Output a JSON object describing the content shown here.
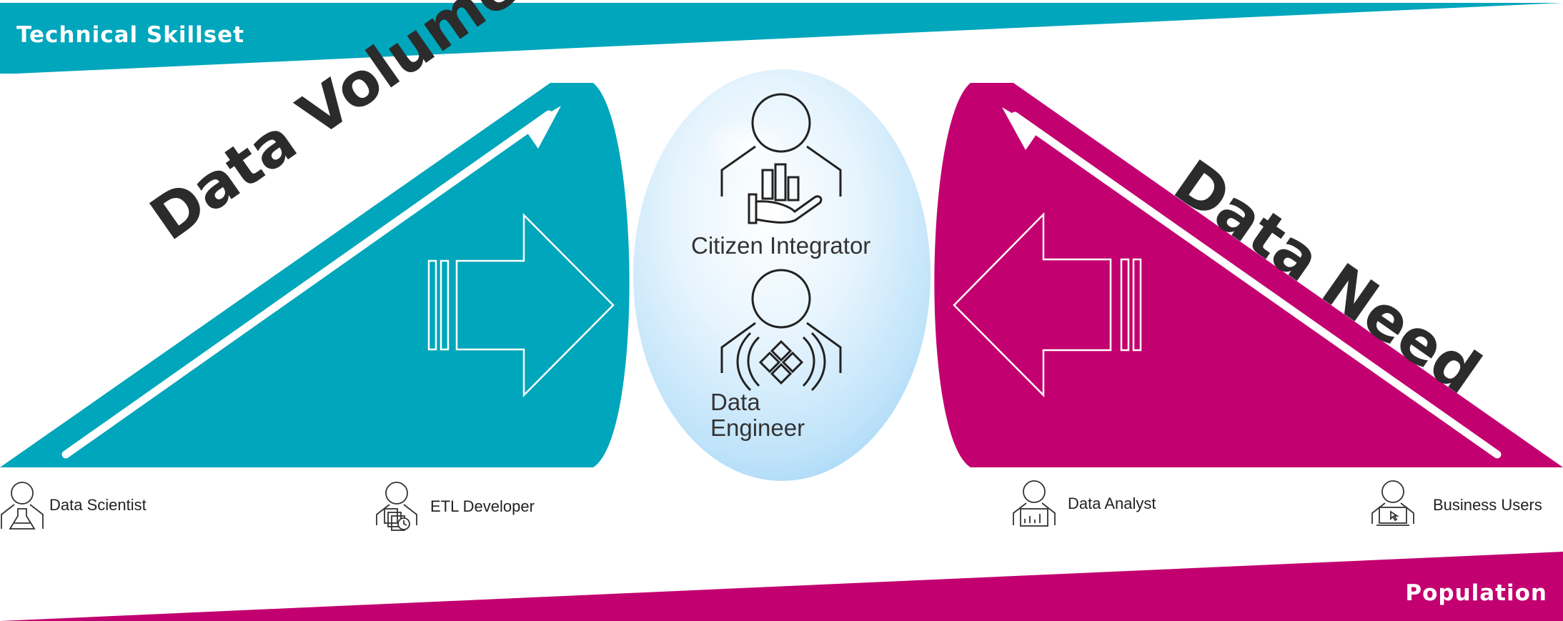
{
  "banners": {
    "top_label": "Technical Skillset",
    "bottom_label": "Population",
    "top_color": "#00A6BB",
    "bottom_color": "#C2006F"
  },
  "left_panel": {
    "label": "Data Volume",
    "color": "#00A6BB"
  },
  "right_panel": {
    "label": "Data Need",
    "color": "#C2006F"
  },
  "center": {
    "roles": [
      {
        "label": "Citizen Integrator",
        "icon": "hand-chart-person-icon"
      },
      {
        "label_line1": "Data",
        "label_line2": "Engineer",
        "icon": "network-person-icon"
      }
    ]
  },
  "bottom_roles": [
    {
      "label": "Data Scientist",
      "icon": "scientist-flask-icon"
    },
    {
      "label": "ETL Developer",
      "icon": "etl-developer-icon"
    },
    {
      "label": "Data Analyst",
      "icon": "analyst-chart-icon"
    },
    {
      "label": "Business Users",
      "icon": "business-user-laptop-icon"
    }
  ]
}
